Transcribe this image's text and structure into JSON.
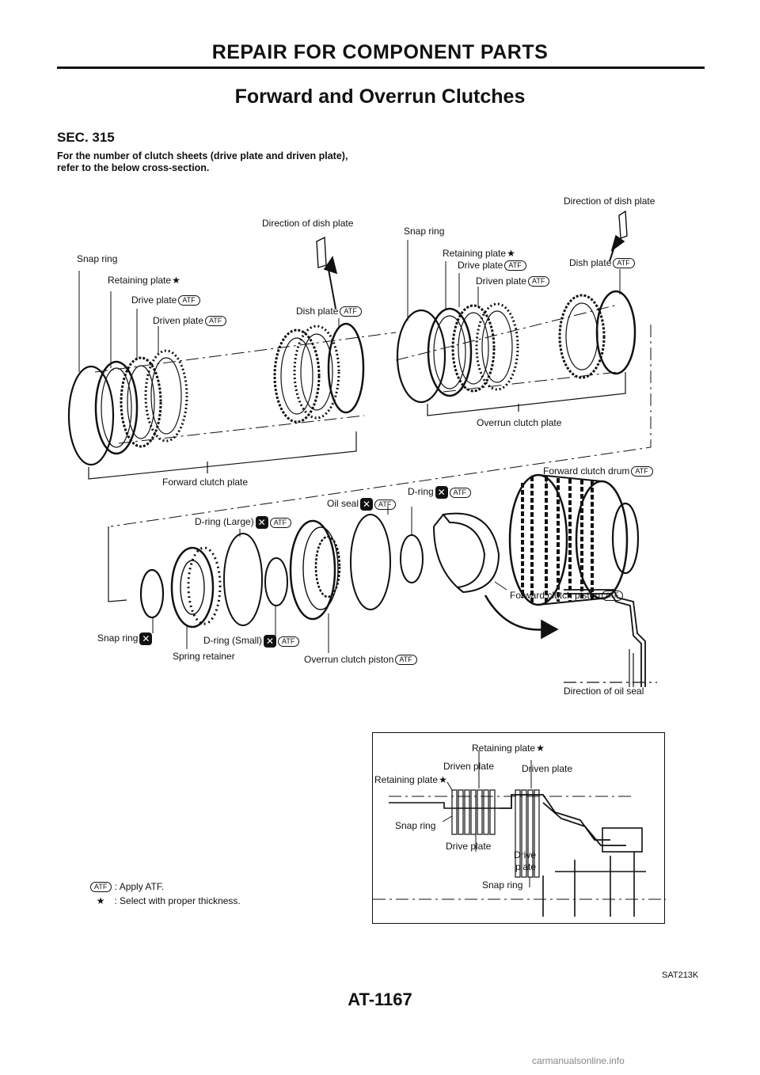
{
  "header": {
    "title": "REPAIR FOR COMPONENT PARTS"
  },
  "section": {
    "title": "Forward and Overrun Clutches",
    "code": "SEC. 315",
    "note_lines": [
      "For the number of clutch sheets (drive plate and driven plate),",
      "refer to the below cross-section."
    ]
  },
  "marks": {
    "atf": "ATF",
    "star": "★",
    "seal": "✕"
  },
  "labels": {
    "dish_dir_1": "Direction of dish plate",
    "dish_dir_2": "Direction of dish plate",
    "snap_ring_1": "Snap ring",
    "retaining_1": "Retaining plate",
    "drive_1": "Drive plate",
    "driven_1": "Driven plate",
    "dish_1": "Dish plate",
    "snap_ring_2": "Snap ring",
    "retaining_2": "Retaining plate",
    "drive_2": "Drive plate",
    "driven_2": "Driven plate",
    "dish_2": "Dish plate",
    "overrun_clutch_plate": "Overrun clutch plate",
    "forward_clutch_plate": "Forward clutch plate",
    "forward_clutch_drum": "Forward clutch drum",
    "d_ring": "D-ring",
    "oil_seal": "Oil seal",
    "d_ring_large": "D-ring (Large)",
    "forward_clutch_piston": "Forward clutch piston",
    "snap_ring_3": "Snap ring",
    "d_ring_small": "D-ring (Small)",
    "spring_retainer": "Spring retainer",
    "overrun_clutch_piston": "Overrun clutch piston",
    "direction_oil_seal": "Direction of oil seal"
  },
  "cross_section": {
    "retaining_top": "Retaining plate",
    "driven_left": "Driven plate",
    "driven_right": "Driven plate",
    "retaining_left": "Retaining plate",
    "snap_ring_left": "Snap ring",
    "drive_left": "Drive plate",
    "drive_right_1": "Drive",
    "drive_right_2": "plate",
    "snap_ring_bottom": "Snap ring"
  },
  "legend": {
    "atf_text": ": Apply ATF.",
    "star_text": ": Select with proper thickness."
  },
  "footer": {
    "code": "SAT213K",
    "page": "AT-1167",
    "watermark": "carmanualsonline.info"
  }
}
